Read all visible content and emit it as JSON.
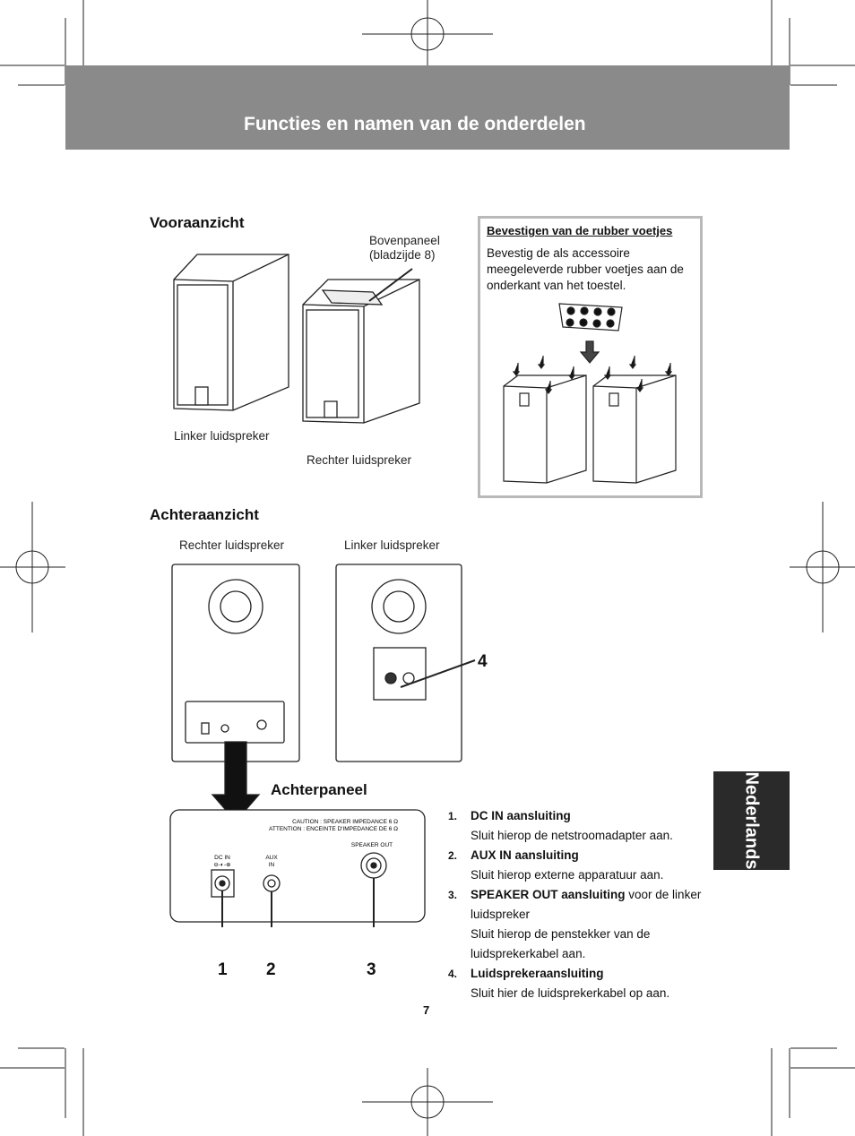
{
  "header": {
    "title": "Functies en namen van de onderdelen"
  },
  "front_view": {
    "heading": "Vooraanzicht",
    "top_panel_label_line1": "Bovenpaneel",
    "top_panel_label_line2": "(bladzijde 8)",
    "left_speaker_label": "Linker luidspreker",
    "right_speaker_label": "Rechter luidspreker"
  },
  "rubber_feet_box": {
    "title": "Bevestigen van de rubber voetjes",
    "text": "Bevestig de als accessoire meegeleverde rubber voetjes aan de onderkant van het toestel."
  },
  "rear_view": {
    "heading": "Achteraanzicht",
    "right_speaker_label": "Rechter luidspreker",
    "left_speaker_label": "Linker luidspreker",
    "callout_4": "4"
  },
  "rear_panel": {
    "heading": "Achterpaneel",
    "caution_line1": "CAUTION : SPEAKER IMPEDANCE 6 Ω",
    "caution_line2": "ATTENTION : ENCEINTE D'IMPEDANCE DE 6 Ω",
    "dc_in_label": "DC IN",
    "aux_label_line1": "AUX",
    "aux_label_line2": "IN",
    "speaker_out_label": "SPEAKER OUT",
    "callout_1": "1",
    "callout_2": "2",
    "callout_3": "3"
  },
  "parts_list": [
    {
      "num": "1.",
      "name": "DC IN",
      "suffix": " aansluiting",
      "extra": "",
      "desc": [
        "Sluit hierop de netstroomadapter aan."
      ]
    },
    {
      "num": "2.",
      "name": "AUX IN",
      "suffix": " aansluiting",
      "extra": "",
      "desc": [
        "Sluit hierop externe apparatuur aan."
      ]
    },
    {
      "num": "3.",
      "name": "SPEAKER OUT",
      "suffix": " aansluiting",
      "extra": " voor de linker luidspreker",
      "desc": [
        "Sluit hierop de penstekker van de luidsprekerkabel aan."
      ]
    },
    {
      "num": "4.",
      "name": "",
      "suffix": "Luidsprekeraansluiting",
      "extra": "",
      "desc": [
        "Sluit hier de luidsprekerkabel op aan."
      ]
    }
  ],
  "side_tab": {
    "language": "Nederlands"
  },
  "footer": {
    "page_number": "7"
  }
}
